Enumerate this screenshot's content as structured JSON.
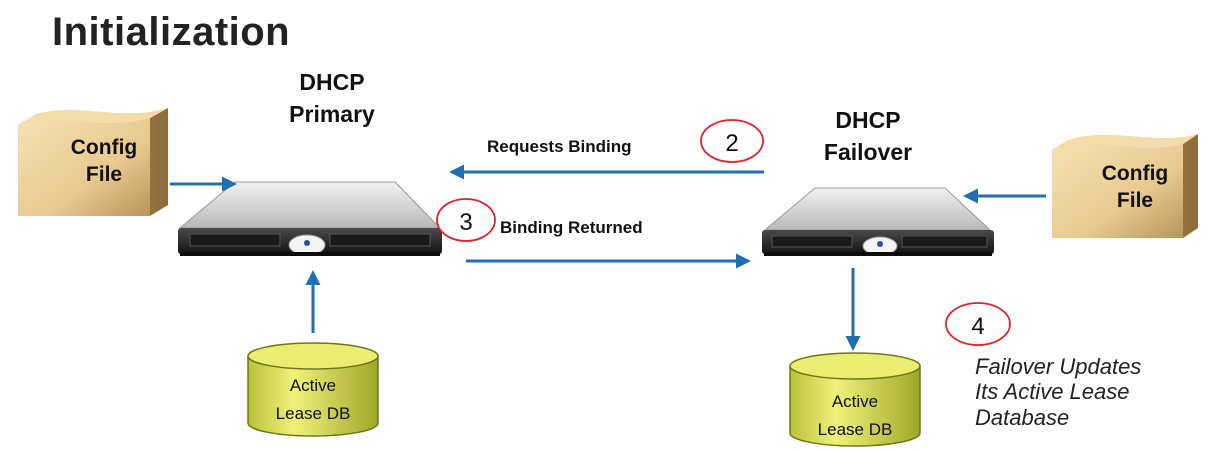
{
  "title": "Initialization",
  "primary": {
    "line1": "DHCP",
    "line2": "Primary"
  },
  "failover": {
    "line1": "DHCP",
    "line2": "Failover"
  },
  "config_left": {
    "line1": "Config",
    "line2": "File"
  },
  "config_right": {
    "line1": "Config",
    "line2": "File"
  },
  "arrows": {
    "requests_binding": "Requests Binding",
    "binding_returned": "Binding Returned"
  },
  "steps": {
    "two": "2",
    "three": "3",
    "four": "4"
  },
  "db_left": {
    "line1": "Active",
    "line2": "Lease DB"
  },
  "db_right": {
    "line1": "Active",
    "line2": "Lease DB"
  },
  "note": {
    "line1": "Failover Updates",
    "line2": "Its Active Lease",
    "line3": "Database"
  },
  "colors": {
    "arrow": "#1f6fb2",
    "step_circle": "#d9262b",
    "config_fill": "#e8c98f",
    "db_fill": "#dbe35a",
    "server_body": "#2a2a2a"
  }
}
